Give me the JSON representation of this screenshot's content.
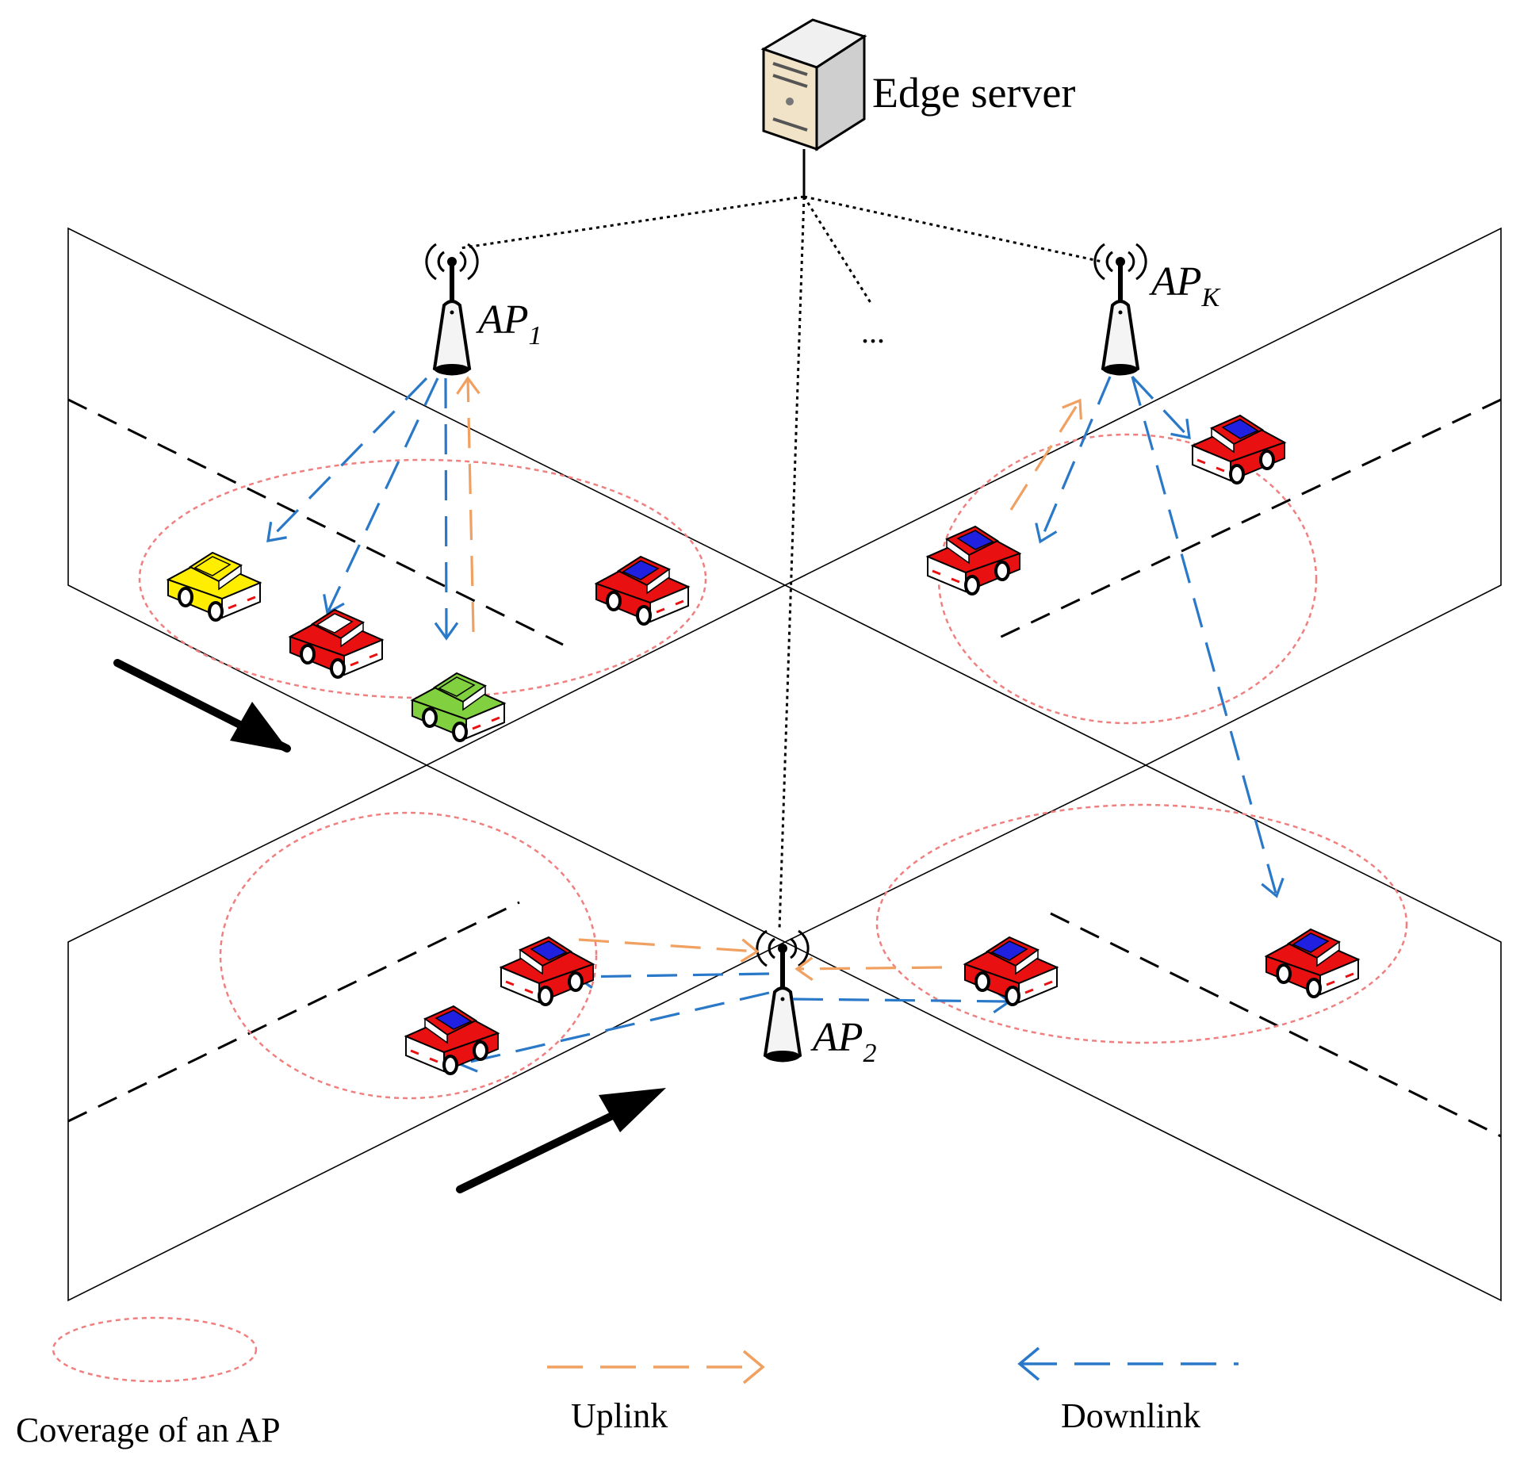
{
  "server": {
    "label": "Edge server"
  },
  "access_points": [
    {
      "id": "ap1",
      "base": "AP",
      "sub": "1"
    },
    {
      "id": "ap2",
      "base": "AP",
      "sub": "2"
    },
    {
      "id": "apk",
      "base": "AP",
      "sub": "K"
    }
  ],
  "ellipsis": "...",
  "legend": {
    "coverage": "Coverage of an AP",
    "uplink": "Uplink",
    "downlink": "Downlink"
  },
  "colors": {
    "uplink": "#f0a060",
    "downlink": "#2a78c8",
    "coverage": "#f08080",
    "car_red": "#e81010",
    "car_window": "#2020e0",
    "car_yellow": "#ffee00",
    "car_green": "#80d040"
  }
}
